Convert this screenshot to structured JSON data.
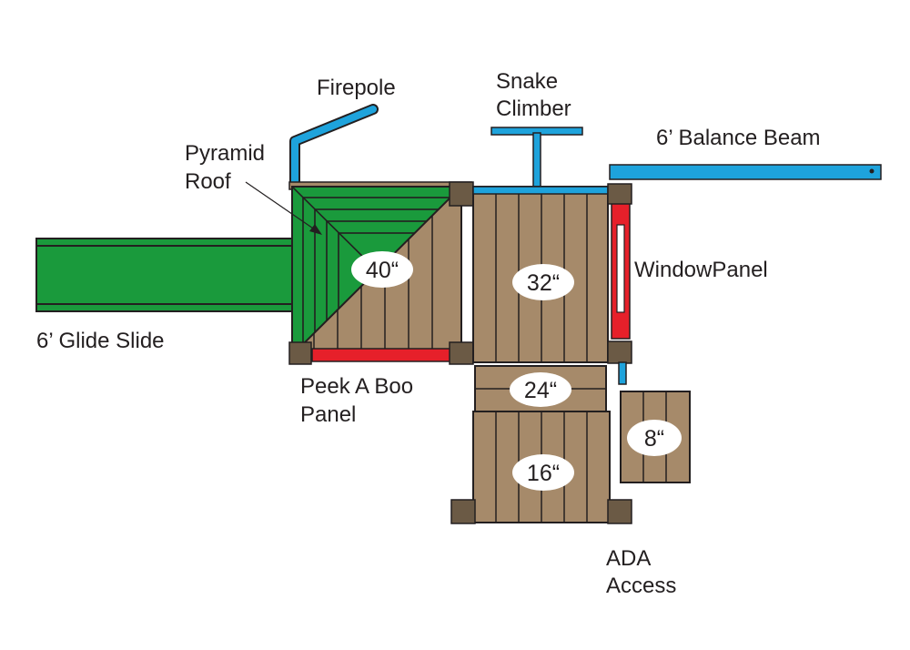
{
  "colors": {
    "wood": "#a68a6a",
    "wood_dark": "#6f5b44",
    "post": "#6b5a45",
    "slide": "#1a9a3c",
    "blue": "#1ea3dc",
    "red": "#e6202a",
    "outline": "#231f20",
    "label_bubble": "#ffffff"
  },
  "labels": {
    "firepole": "Firepole",
    "snake_climber": [
      "Snake",
      "Climber"
    ],
    "balance_beam": "6’ Balance Beam",
    "pyramid_roof": [
      "Pyramid",
      "Roof"
    ],
    "window_panel": "WindowPanel",
    "glide_slide": "6’ Glide Slide",
    "peek_a_boo": [
      "Peek A Boo",
      "Panel"
    ],
    "ada_access": [
      "ADA",
      "Access"
    ]
  },
  "heights": {
    "deck_40": "40“",
    "deck_32": "32“",
    "deck_24": "24“",
    "deck_16": "16“",
    "deck_8": "8“"
  }
}
